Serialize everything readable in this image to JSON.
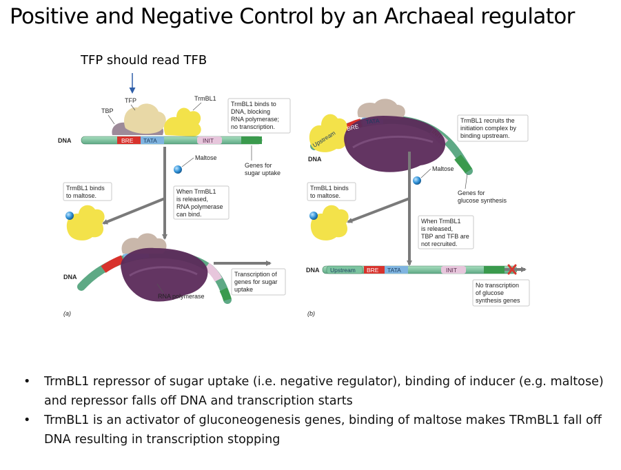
{
  "title": "Positive and Negative Control by an Archaeal regulator",
  "note": "TFP should read TFB",
  "panel_a": {
    "tbp": "TBP",
    "tfp": "TFP",
    "trmbl1": "TrmBL1",
    "dna": "DNA",
    "bre": "BRE",
    "tata": "TATA",
    "init": "INIT",
    "repress_box": [
      "TrmBL1 binds to",
      "DNA, blocking",
      "RNA polymerase;",
      "no transcription."
    ],
    "maltose": "Maltose",
    "genes": [
      "Genes for",
      "sugar uptake"
    ],
    "binds_box": [
      "TrmBL1 binds",
      "to maltose."
    ],
    "released_box": [
      "When TrmBL1",
      "is released,",
      "RNA polymerase",
      "can bind."
    ],
    "dna_bottom": "DNA",
    "transcription_box": [
      "Transcription of",
      "genes for sugar",
      "uptake"
    ],
    "rnap": "RNA polymerase",
    "letter": "(a)"
  },
  "panel_b": {
    "dna": "DNA",
    "upstream": "Upstream",
    "bre": "BRE",
    "tata": "TATA",
    "init": "INIT",
    "recruit_box": [
      "TrmBL1 recruits the",
      "initiation complex by",
      "binding upstream."
    ],
    "maltose": "Maltose",
    "genes": [
      "Genes for",
      "glucose synthesis"
    ],
    "binds_box": [
      "TrmBL1 binds",
      "to maltose."
    ],
    "released_box": [
      "When TrmBL1",
      "is released,",
      "TBP and TFB are",
      "not recruited."
    ],
    "dna_bottom": "DNA",
    "upstream_bottom": "Upstream",
    "bre_bottom": "BRE",
    "tata_bottom": "TATA",
    "init_bottom": "INIT",
    "no_tx_box": [
      "No transcription",
      "of glucose",
      "synthesis genes"
    ],
    "letter": "(b)"
  },
  "bullets": [
    {
      "marker": "•",
      "text": "TrmBL1 repressor of sugar uptake (i.e. negative regulator), binding of inducer (e.g. maltose) and repressor falls off DNA and transcription starts"
    },
    {
      "marker": "•",
      "text": "TrmBL1 is an activator of gluconeogenesis genes, binding of maltose makes TRmBL1 fall off DNA resulting in transcription stopping"
    }
  ],
  "colors": {
    "dna": "#7cc4a0",
    "bre": "#d8322c",
    "tata": "#7fb4e0",
    "init": "#e7c6dc",
    "genes": "#3a9a4d",
    "rnap": "#5b2a5a",
    "trmbl1": "#f3e24a",
    "tbp": "#9d8a99",
    "tfb": "#e8d8a6",
    "maltose": "#2d8fd6",
    "note_arrow": "#2f5ea8",
    "arrow_gray": "#7a7a7a",
    "no_tx_x": "#d6372f"
  }
}
